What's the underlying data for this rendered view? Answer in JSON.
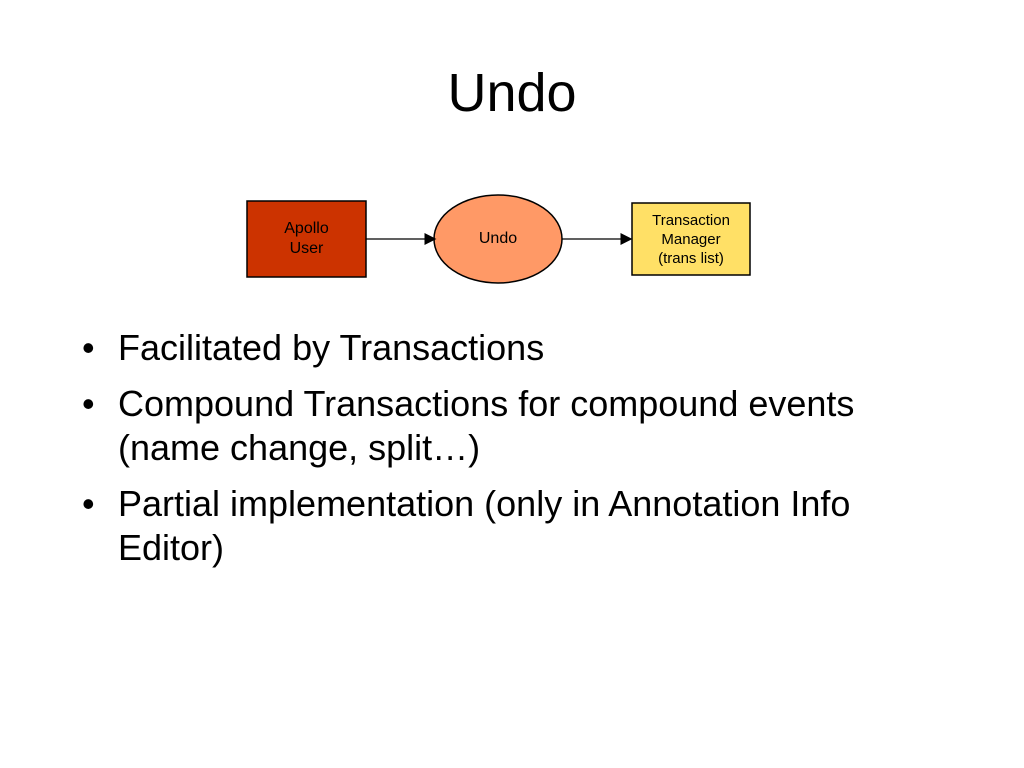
{
  "slide": {
    "title": "Undo",
    "diagram": {
      "nodes": {
        "user": {
          "label": "Apollo\nUser",
          "color": "#cc3300"
        },
        "undo": {
          "label": "Undo",
          "color": "#ff9966"
        },
        "manager": {
          "label": "Transaction\nManager\n(trans list)",
          "color": "#ffe066"
        }
      }
    },
    "bullets": [
      "Facilitated by Transactions",
      "Compound Transactions for compound events (name change, split…)",
      "Partial implementation (only in Annotation Info Editor)"
    ]
  }
}
